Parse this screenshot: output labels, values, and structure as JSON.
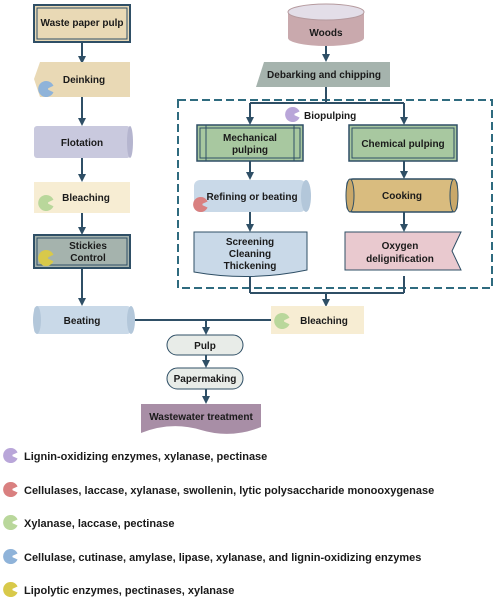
{
  "colors": {
    "line": "#2f4f66",
    "dash": "#2f6b7f",
    "purple": "#b9a6d9",
    "red": "#d98080",
    "green": "#b9d79b",
    "blue": "#8fb3d9",
    "yellow": "#d8c94a",
    "tan": "#e9d9b5",
    "greenbox": "#a8c8a0",
    "grey": "#a5b3ad",
    "lavender": "#c9c9de",
    "pink": "#e9c9cf",
    "lightblue": "#c9d9e8",
    "cream": "#f7edd3"
  },
  "nodes": {
    "waste": "Waste paper pulp",
    "woods": "Woods",
    "deinking": "Deinking",
    "debark": "Debarking and chipping",
    "biopulping": "Biopulping",
    "flotation": "Flotation",
    "mech_line1": "Mechanical",
    "mech_line2": "pulping",
    "chem": "Chemical pulping",
    "bleach_left": "Bleaching",
    "refining": "Refining or beating",
    "cooking": "Cooking",
    "stickies_line1": "Stickies",
    "stickies_line2": "Control",
    "screen_line1": "Screening",
    "screen_line2": "Cleaning",
    "screen_line3": "Thickening",
    "oxy_line1": "Oxygen",
    "oxy_line2": "delignification",
    "beating": "Beating",
    "bleach_right": "Bleaching",
    "pulp": "Pulp",
    "papermaking": "Papermaking",
    "wastewater": "Wastewater treatment"
  },
  "legend": [
    {
      "icon": "purple",
      "text": "Lignin-oxidizing enzymes, xylanase, pectinase"
    },
    {
      "icon": "red",
      "text": "Cellulases, laccase, xylanase, swollenin, lytic polysaccharide monooxygenase"
    },
    {
      "icon": "green",
      "text": "Xylanase, laccase, pectinase"
    },
    {
      "icon": "blue",
      "text": "Cellulase, cutinase, amylase, lipase, xylanase, and  lignin-oxidizing enzymes"
    },
    {
      "icon": "yellow",
      "text": "Lipolytic enzymes, pectinases, xylanase"
    }
  ]
}
